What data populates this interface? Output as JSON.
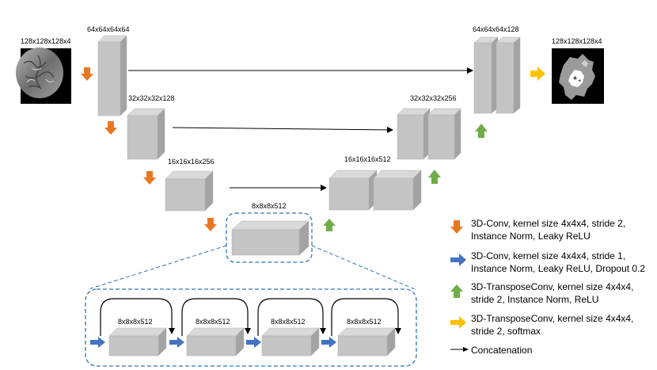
{
  "input_shape": "128x128x128x4",
  "output_shape": "128x128x128x4",
  "encoder": {
    "level1": "64x64x64x64",
    "level2": "32x32x32x128",
    "level3": "16x16x16x256",
    "bottleneck": "8x8x8x512"
  },
  "decoder": {
    "level3": "16x16x16x512",
    "level2": "32x32x32x256",
    "level1": "64x64x64x128"
  },
  "residual_blocks": [
    "8x8x8x512",
    "8x8x8x512",
    "8x8x8x512",
    "8x8x8x512"
  ],
  "legend": {
    "conv_down": "3D-Conv, kernel size 4x4x4, stride 2,\nInstance Norm, Leaky ReLU",
    "conv_res": "3D-Conv, kernel size 4x4x4, stride 1,\nInstance Norm, Leaky ReLU, Dropout 0.2",
    "transpose": "3D-TransposeConv, kernel size 4x4x4,\nstride 2, Instance Norm, ReLU",
    "transpose_out": "3D-TransposeConv, kernel size 4x4x4,\nstride 2, softmax",
    "concat": "Concatenation"
  },
  "colors": {
    "conv_down": "#e87722",
    "conv_res": "#4472c4",
    "transpose": "#70ad47",
    "transpose_out": "#ffc000",
    "box_front": "#c4c4c4",
    "box_top": "#d9d9d9",
    "box_side": "#a3a3a3",
    "dashed": "#2e75b6"
  }
}
